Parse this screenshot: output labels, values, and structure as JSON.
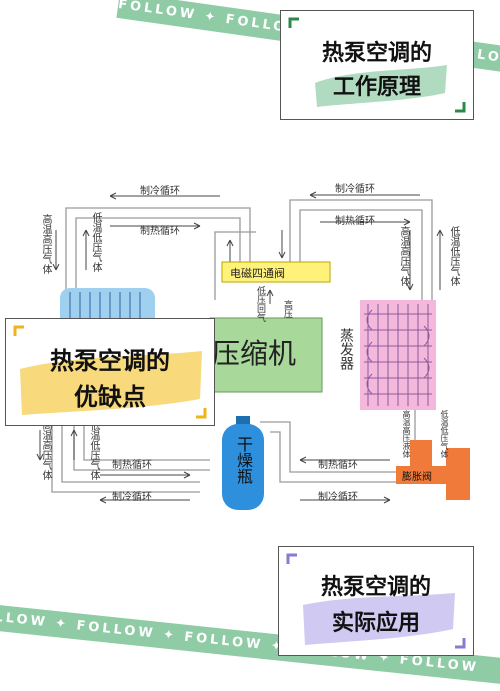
{
  "ribbon": {
    "text": "FOLLOW ✦ FOLLOW ✦ FOLLOW ✦ FOLLOW ✦ FOLLOW"
  },
  "cards": {
    "principle": {
      "line1": "热泵空调的",
      "line2": "工作原理"
    },
    "pros_cons": {
      "line1": "热泵空调的",
      "line2": "优缺点"
    },
    "application": {
      "line1": "热泵空调的",
      "line2": "实际应用"
    }
  },
  "diagram": {
    "top_left_cool": "制冷循环",
    "top_left_heat": "制热循环",
    "top_right_cool": "制冷循环",
    "top_right_heat": "制热循环",
    "valve": "电磁四通阀",
    "compressor": "压缩机",
    "evaporator": "蒸发器",
    "dryer": "干燥瓶",
    "expansion": "膨胀阀",
    "low_return": "低压回气",
    "high_press": "高压",
    "left_hp_gas": "高温高压气体",
    "left_lp_gas": "低温低压气体",
    "right_hp_gas": "高温高压气体",
    "right_lp_gas": "低温低压气体",
    "lower_left_hp": "高温高压气体",
    "lower_left_lp": "低温低压气体",
    "exp_hp": "高温高压液体",
    "exp_lp": "低温低压气体",
    "bottom_left_heat": "制热循环",
    "bottom_left_cool": "制冷循环",
    "bottom_right_heat": "制热循环",
    "bottom_right_cool": "制冷循环"
  },
  "colors": {
    "ribbon": "#8fcca6",
    "valve_fill": "#fff27a",
    "compressor_fill": "#a8d89a",
    "condenser_fill": "#9fd0f0",
    "evaporator_fill": "#f3b8dc",
    "dryer_fill": "#2e8fdd",
    "expansion_fill": "#f07a3a",
    "accent_green": "#2a8a4a",
    "accent_purple": "#8a7ad0",
    "accent_yellow": "#f2b21a"
  }
}
